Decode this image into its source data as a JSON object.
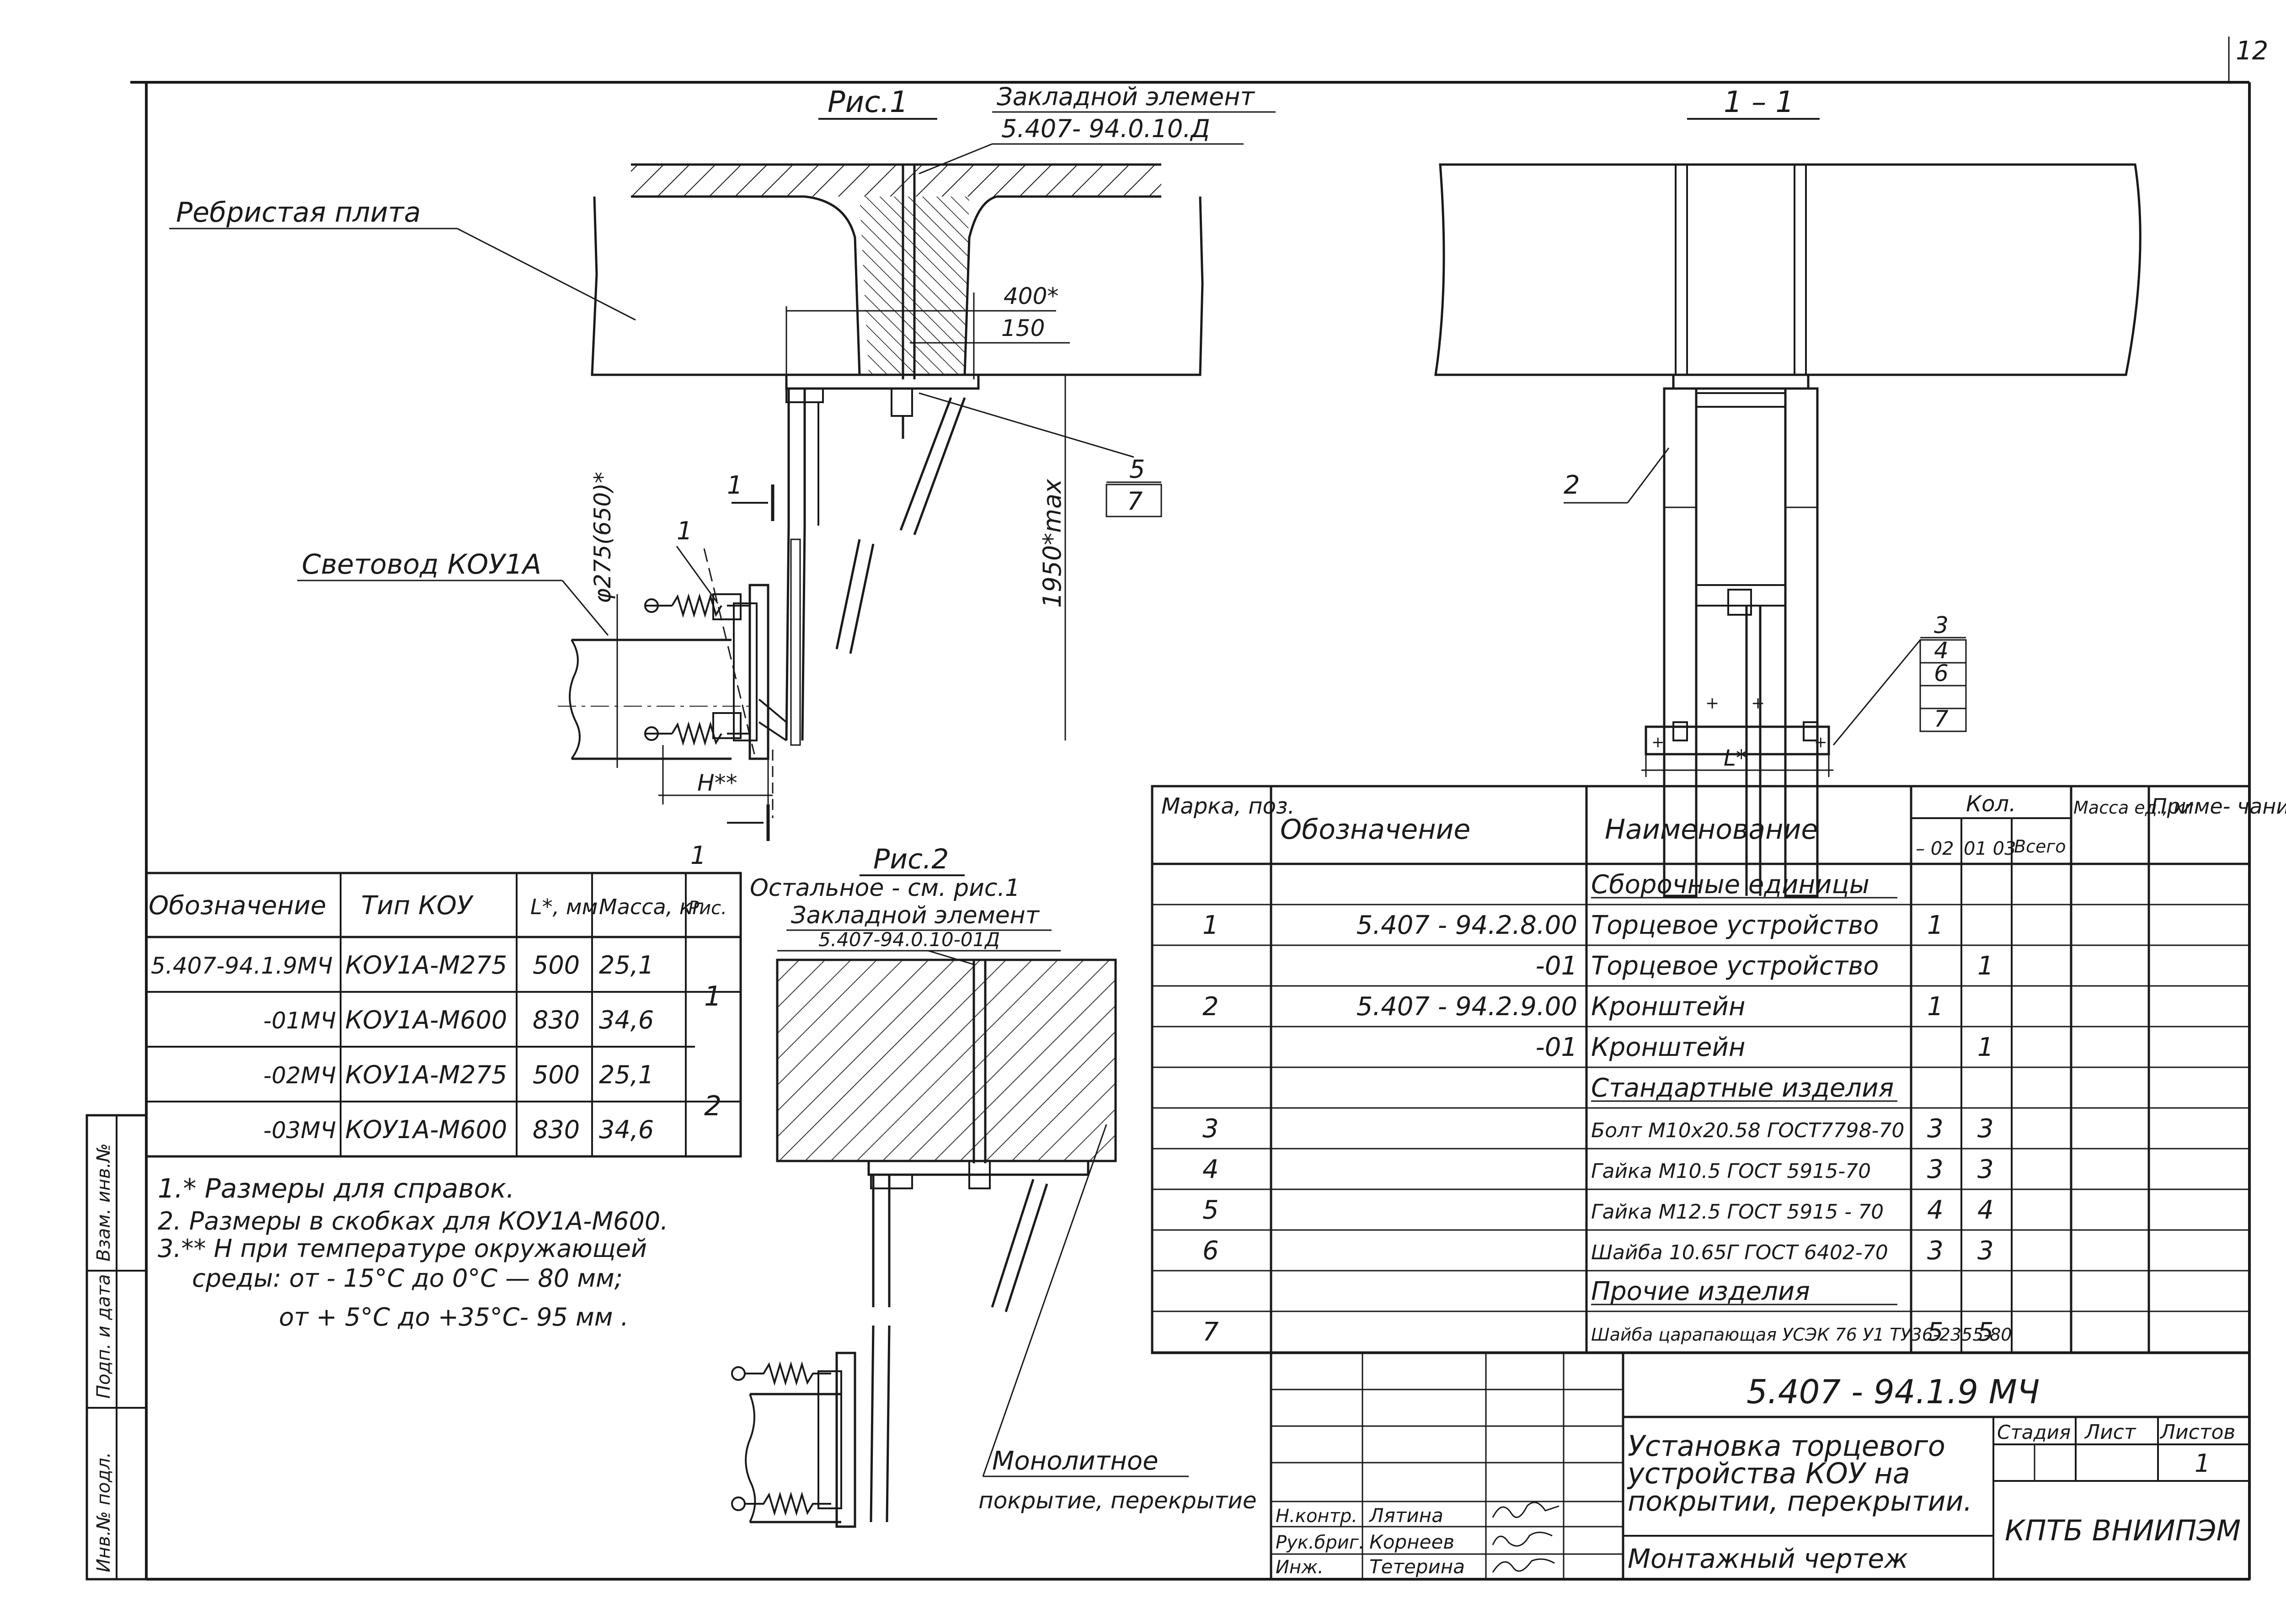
{
  "sheet_number": "12",
  "fig1": {
    "title": "Рис.1",
    "embedded_label": "Закладной элемент",
    "embedded_code": "5.407- 94.0.10.Д",
    "ribbed_slab": "Ребристая плита",
    "dim_400": "400*",
    "dim_150": "150",
    "pos_5": "5",
    "pos_7": "7",
    "dim_1950": "1950*max",
    "light_guide": "Световод КОУ1А",
    "diam": "φ275(650)*",
    "section_mark_1": "1",
    "section_mark_1b": "1",
    "section_mark_1c": "1",
    "h_dim": "Н**"
  },
  "section": {
    "title": "1 – 1",
    "pos_2": "2",
    "callouts": [
      "3",
      "4",
      "6",
      "7"
    ],
    "l_dim": "L*"
  },
  "fig2": {
    "title": "Рис.2",
    "rest": "Остальное - см. рис.1",
    "embedded_label": "Закладной элемент",
    "embedded_code": "5.407-94.0.10-01Д",
    "monolith_line1": "Монолитное",
    "monolith_line2": "покрытие, перекрытие"
  },
  "type_table": {
    "headers": [
      "Обозначение",
      "Тип КОУ",
      "L*, мм",
      "Масса, кг",
      "Рис."
    ],
    "rows": [
      [
        "5.407-94.1.9МЧ",
        "КОУ1А-М275",
        "500",
        "25,1"
      ],
      [
        "-01МЧ",
        "КОУ1А-М600",
        "830",
        "34,6"
      ],
      [
        "-02МЧ",
        "КОУ1А-М275",
        "500",
        "25,1"
      ],
      [
        "-03МЧ",
        "КОУ1А-М600",
        "830",
        "34,6"
      ]
    ],
    "fig_refs": [
      "1",
      "2"
    ]
  },
  "notes": [
    "1.* Размеры для справок.",
    "2. Размеры в скобках для КОУ1А-М600.",
    "3.** Н при температуре окружающей",
    "среды: от - 15°С до 0°С — 80 мм;",
    "от + 5°С до +35°С- 95 мм ."
  ],
  "spec_table": {
    "headers": {
      "mark": "Марка, поз.",
      "designation": "Обозначение",
      "name": "Наименование",
      "qty": "Кол.",
      "qty_02": "– 02",
      "qty_0103": "01 03",
      "qty_total": "Всего",
      "mass": "Масса ед., кг",
      "note": "Приме- чание"
    },
    "rows": [
      {
        "pos": "",
        "code": "",
        "name": "Сборочные единицы",
        "q1": "",
        "q2": "",
        "section": true
      },
      {
        "pos": "1",
        "code": "5.407 - 94.2.8.00",
        "name": "Торцевое устройство",
        "q1": "1",
        "q2": ""
      },
      {
        "pos": "",
        "code": "-01",
        "name": "Торцевое устройство",
        "q1": "",
        "q2": "1"
      },
      {
        "pos": "2",
        "code": "5.407 - 94.2.9.00",
        "name": "Кронштейн",
        "q1": "1",
        "q2": ""
      },
      {
        "pos": "",
        "code": "-01",
        "name": "Кронштейн",
        "q1": "",
        "q2": "1"
      },
      {
        "pos": "",
        "code": "",
        "name": "Стандартные изделия",
        "q1": "",
        "q2": "",
        "section": true
      },
      {
        "pos": "3",
        "code": "",
        "name": "Болт М10х20.58 ГОСТ7798-70",
        "q1": "3",
        "q2": "3"
      },
      {
        "pos": "4",
        "code": "",
        "name": "Гайка М10.5 ГОСТ 5915-70",
        "q1": "3",
        "q2": "3"
      },
      {
        "pos": "5",
        "code": "",
        "name": "Гайка М12.5 ГОСТ 5915 - 70",
        "q1": "4",
        "q2": "4"
      },
      {
        "pos": "6",
        "code": "",
        "name": "Шайба 10.65Г ГОСТ 6402-70",
        "q1": "3",
        "q2": "3"
      },
      {
        "pos": "",
        "code": "",
        "name": "Прочие изделия",
        "q1": "",
        "q2": "",
        "section": true
      },
      {
        "pos": "7",
        "code": "",
        "name": "Шайба царапающая УСЭК 76 У1 ТУ36-2355-80",
        "q1": "5",
        "q2": "5"
      }
    ]
  },
  "title_block": {
    "doc_code": "5.407 - 94.1.9 МЧ",
    "title_line1": "Установка торцевого",
    "title_line2": "устройства КОУ на",
    "title_line3": "покрытии, перекрытии.",
    "subtitle": "Монтажный чертеж",
    "stage": "Стадия",
    "sheet": "Лист",
    "sheets": "Листов",
    "sheets_value": "1",
    "org": "КПТБ ВНИИПЭМ",
    "roles": [
      "Н.контр.",
      "Рук.бриг.",
      "Инж."
    ],
    "names": [
      "Лятина",
      "Корнеев",
      "Тетерина"
    ]
  },
  "side_stamp": [
    "Инв.№ подл.",
    "Подп. и дата",
    "Взам. инв.№"
  ]
}
